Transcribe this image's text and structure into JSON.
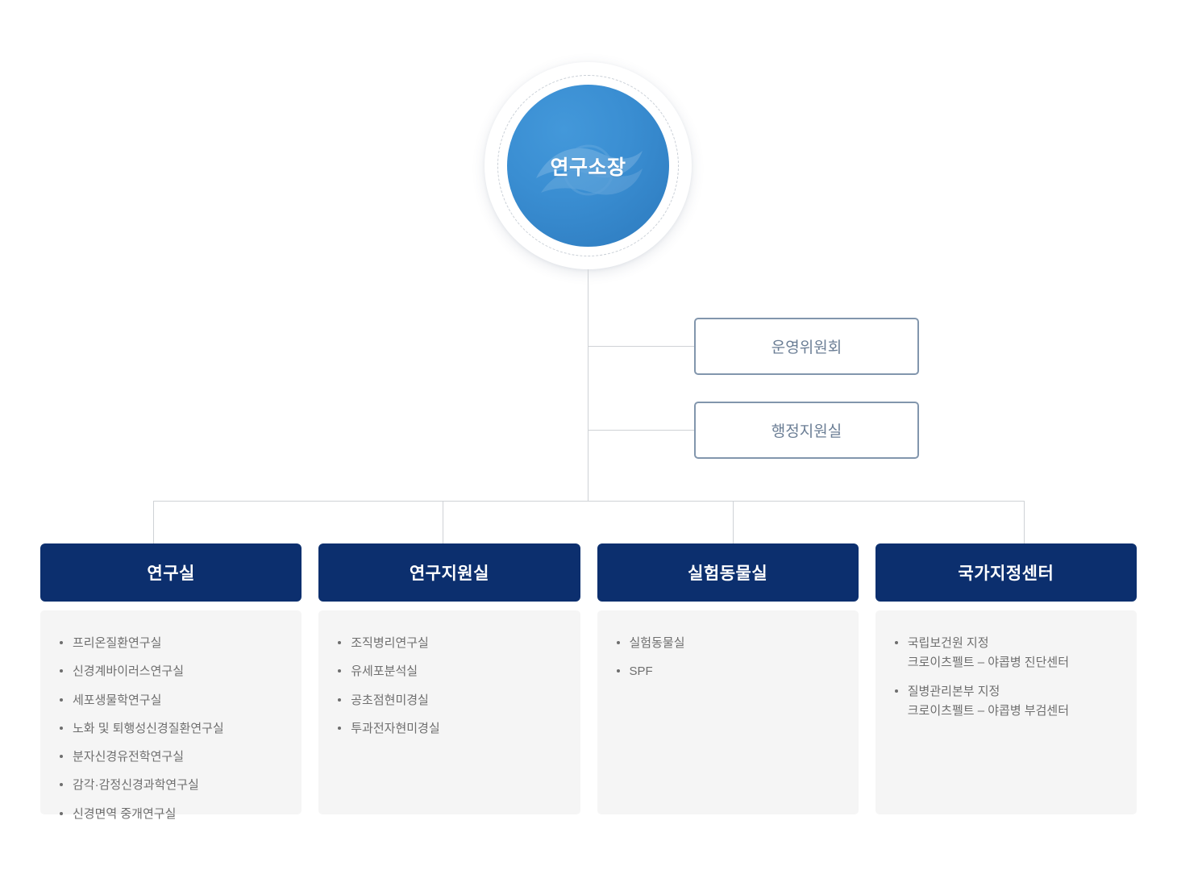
{
  "root": {
    "label": "연구소장"
  },
  "side_boxes": [
    {
      "label": "운영위원회"
    },
    {
      "label": "행정지원실"
    }
  ],
  "columns": [
    {
      "header": "연구실",
      "items": [
        {
          "text": "프리온질환연구실"
        },
        {
          "text": "신경계바이러스연구실"
        },
        {
          "text": "세포생물학연구실"
        },
        {
          "text": "노화 및 퇴행성신경질환연구실"
        },
        {
          "text": "분자신경유전학연구실"
        },
        {
          "text": "감각·감정신경과학연구실"
        },
        {
          "text": "신경면역 중개연구실"
        }
      ]
    },
    {
      "header": "연구지원실",
      "items": [
        {
          "text": "조직병리연구실"
        },
        {
          "text": "유세포분석실"
        },
        {
          "text": "공초점현미경실"
        },
        {
          "text": "투과전자현미경실"
        }
      ]
    },
    {
      "header": "실험동물실",
      "items": [
        {
          "text": "실험동물실"
        },
        {
          "text": "SPF"
        }
      ]
    },
    {
      "header": "국가지정센터",
      "items": [
        {
          "text": "국립보건원 지정",
          "sub": "크로이츠펠트 – 야콥병 진단센터"
        },
        {
          "text": "질병관리본부 지정",
          "sub": "크로이츠펠트 – 야콥병 부검센터"
        }
      ]
    }
  ],
  "colors": {
    "header_navy": "#0c2f6e",
    "circle_blue": "#3a8ed2",
    "panel_gray": "#f5f5f5",
    "side_box_border": "#8296ad",
    "side_box_text": "#6b7e95",
    "list_text": "#6e6e6e",
    "line_gray": "#cfd2d6"
  }
}
